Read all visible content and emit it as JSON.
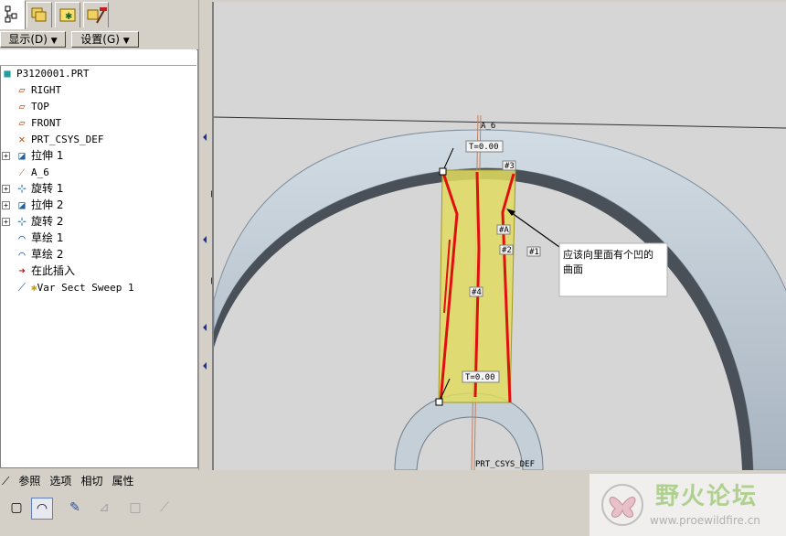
{
  "left_panel": {
    "show_menu": "显示(D)",
    "settings_menu": "设置(G)",
    "tree": {
      "root": "P3120001.PRT",
      "items": [
        {
          "label": "RIGHT",
          "icon": "datum-plane-icon",
          "expandable": false
        },
        {
          "label": "TOP",
          "icon": "datum-plane-icon",
          "expandable": false
        },
        {
          "label": "FRONT",
          "icon": "datum-plane-icon",
          "expandable": false
        },
        {
          "label": "PRT_CSYS_DEF",
          "icon": "csys-icon",
          "expandable": false
        },
        {
          "label": "拉伸 1",
          "icon": "extrude-icon",
          "expandable": true
        },
        {
          "label": "A_6",
          "icon": "datum-axis-icon",
          "expandable": false
        },
        {
          "label": "旋转 1",
          "icon": "revolve-icon",
          "expandable": true
        },
        {
          "label": "拉伸 2",
          "icon": "extrude-icon",
          "expandable": true
        },
        {
          "label": "旋转 2",
          "icon": "revolve-icon",
          "expandable": true
        },
        {
          "label": "草绘 1",
          "icon": "sketch-icon",
          "expandable": false
        },
        {
          "label": "草绘 2",
          "icon": "sketch-icon",
          "expandable": false
        },
        {
          "label": "在此插入",
          "icon": "insert-here-arrow-icon",
          "expandable": false
        },
        {
          "label": "Var Sect Sweep 1",
          "icon": "var-sect-sweep-icon",
          "expandable": false
        }
      ]
    }
  },
  "viewport": {
    "axis_label": "A_6",
    "t_label_top": "T=0.00",
    "t_label_bottom": "T=0.00",
    "trajectory_labels": [
      "#3",
      "#A",
      "#2",
      "#1",
      "#4"
    ],
    "csys_label": "PRT_CSYS_DEF",
    "callout_text_line1": "应该向里面有个凹的",
    "callout_text_line2": "曲面",
    "colors": {
      "surface": "#e0dc60",
      "trajectory": "#e01010",
      "part": "#c8d4dc"
    }
  },
  "bottom": {
    "tabs": [
      "参照",
      "选项",
      "相切",
      "属性"
    ]
  },
  "watermark": {
    "title": "野火论坛",
    "url": "www.proewildfire.cn"
  }
}
